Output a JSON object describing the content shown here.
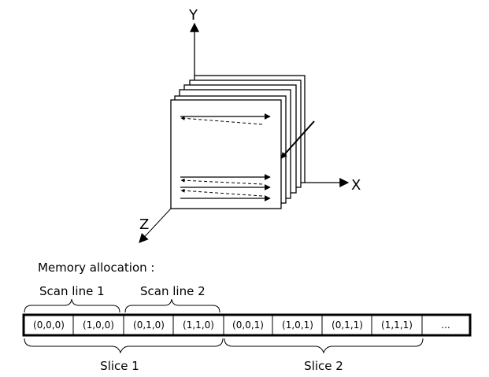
{
  "axes": {
    "x": "X",
    "y": "Y",
    "z": "Z"
  },
  "memory_label": "Memory allocation :",
  "scan_lines": [
    "Scan line 1",
    "Scan line 2"
  ],
  "cells": [
    "(0,0,0)",
    "(1,0,0)",
    "(0,1,0)",
    "(1,1,0)",
    "(0,0,1)",
    "(1,0,1)",
    "(0,1,1)",
    "(1,1,1)",
    "..."
  ],
  "slices": [
    "Slice 1",
    "Slice 2"
  ],
  "slice_count_drawn": 6
}
